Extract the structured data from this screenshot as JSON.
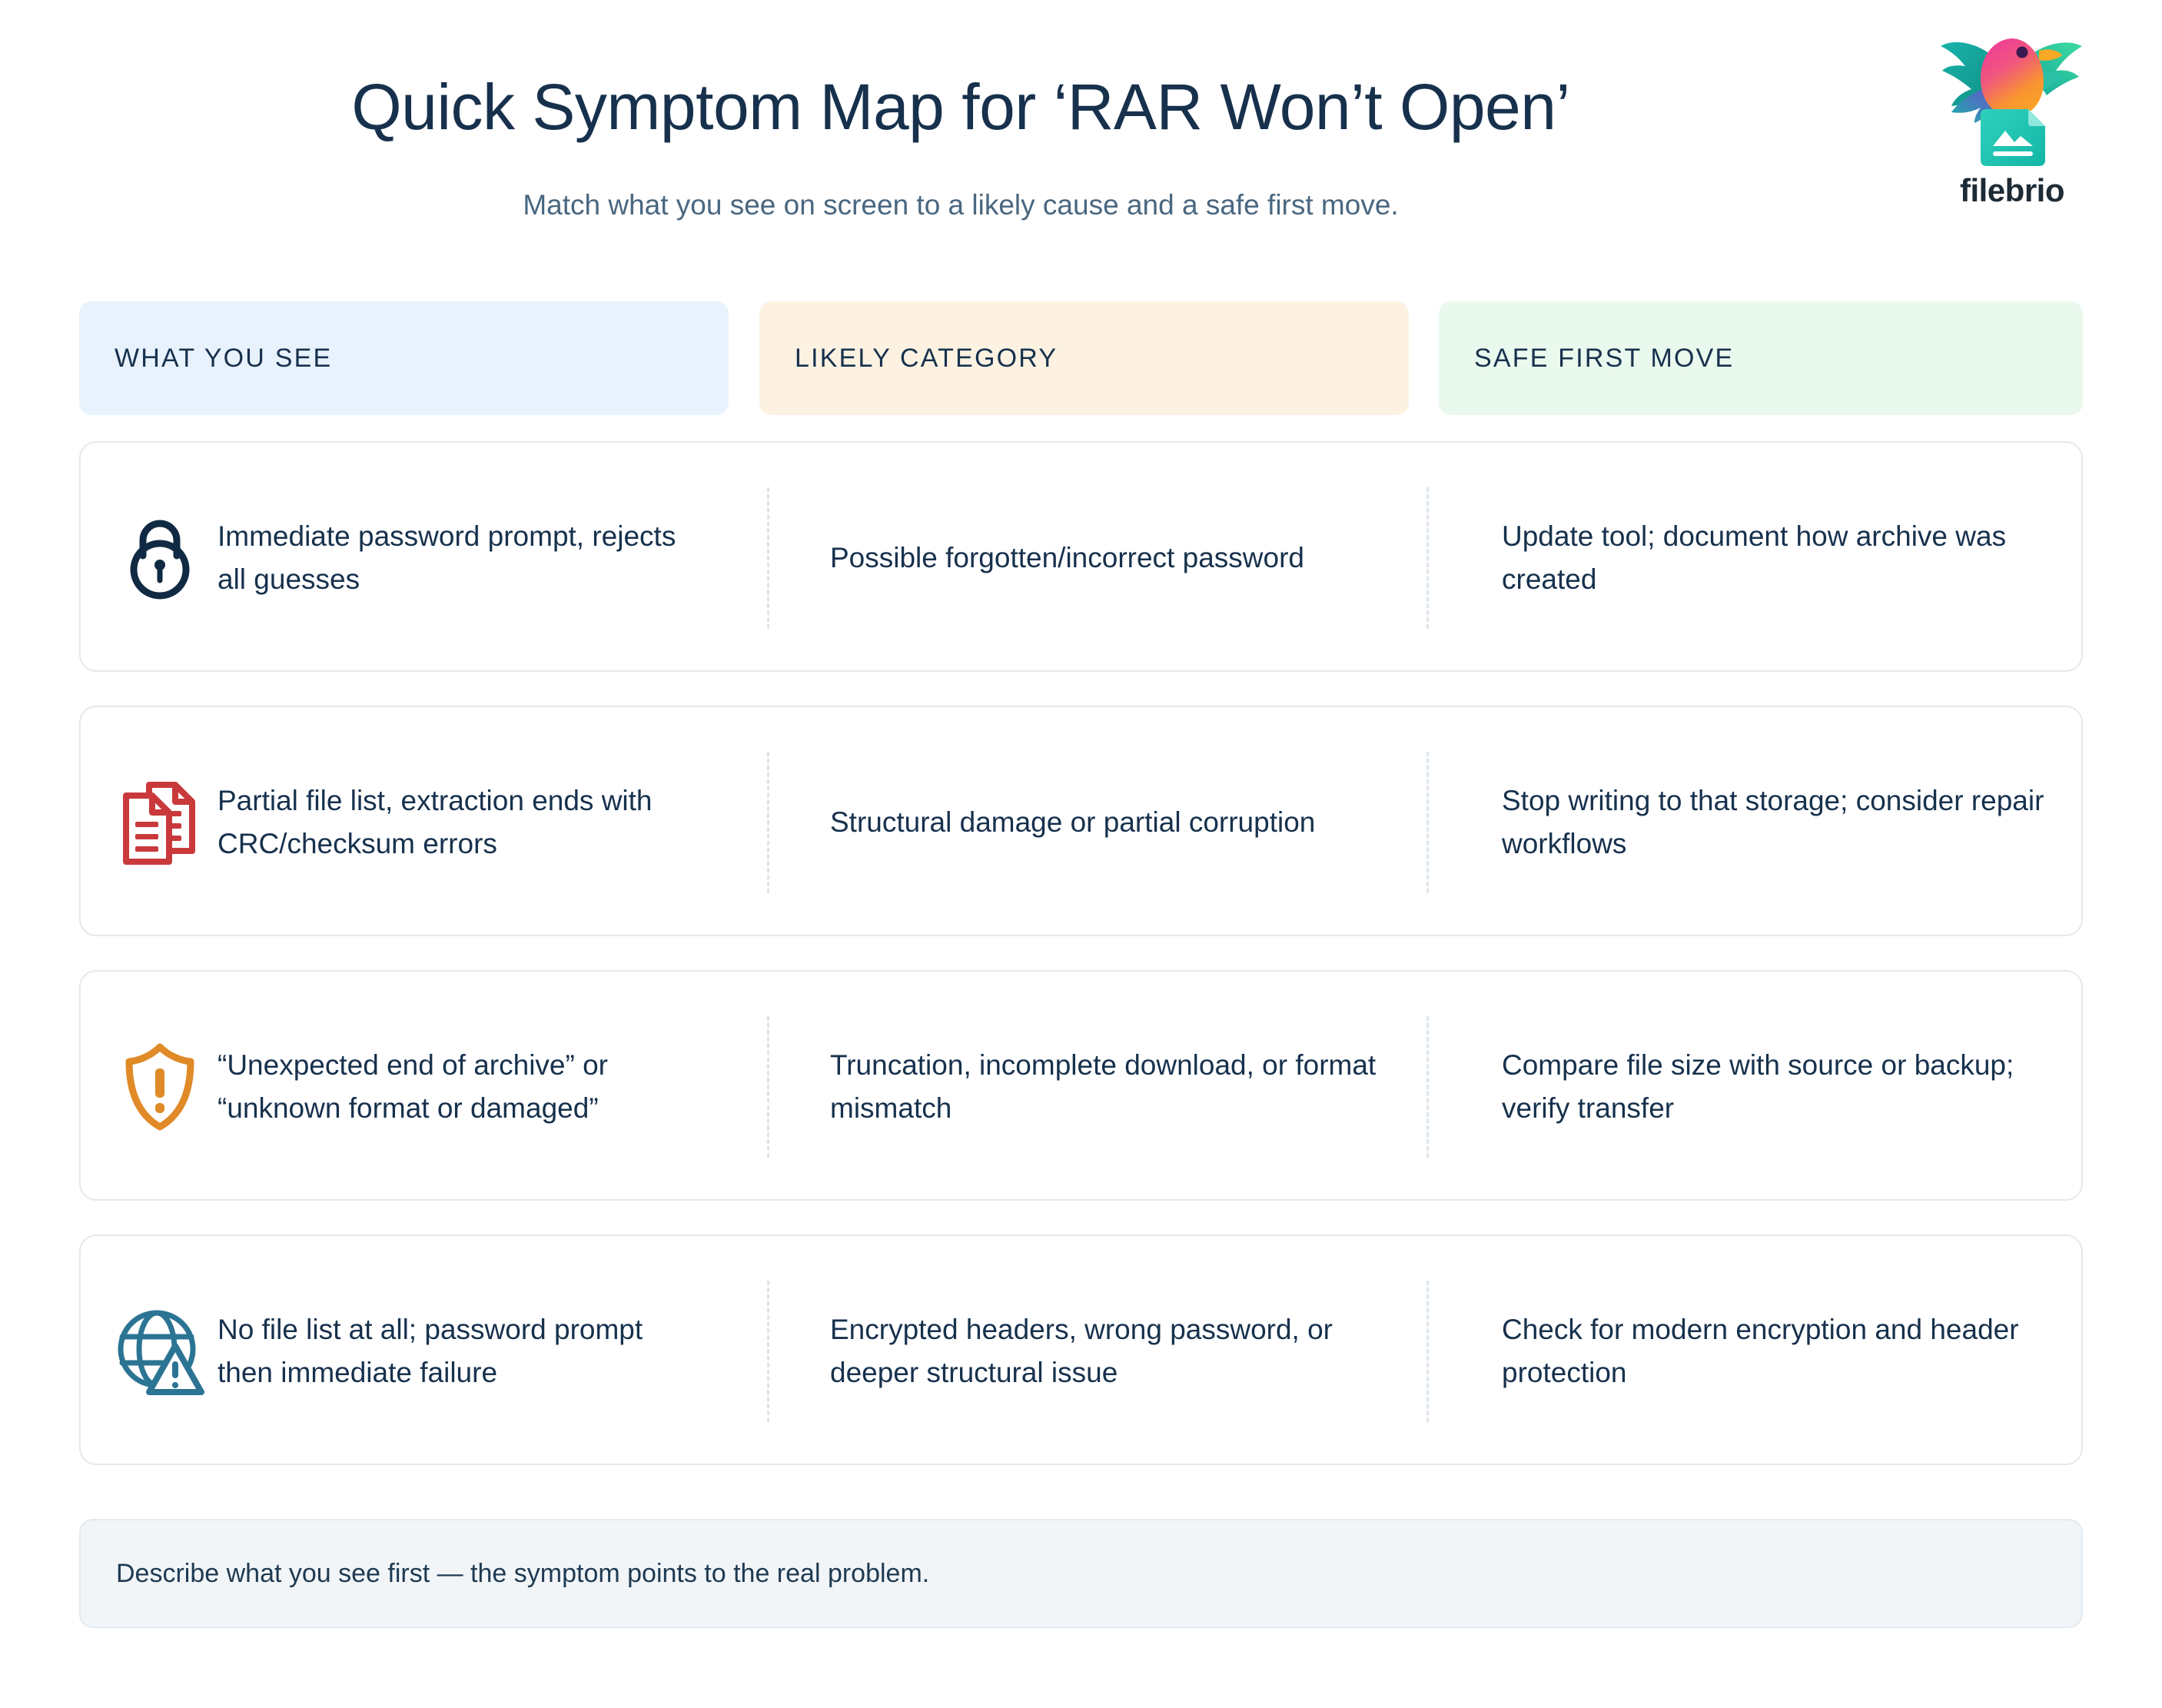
{
  "header": {
    "title": "Quick Symptom Map for ‘RAR Won’t Open’",
    "subtitle": "Match what you see on screen to a likely cause and a safe first move."
  },
  "logo": {
    "name": "filebrio",
    "mark": "bird-on-file-icon"
  },
  "columns": [
    {
      "label": "WHAT YOU SEE",
      "bg": "#e8f2fd"
    },
    {
      "label": "LIKELY CATEGORY",
      "bg": "#fdf2e1"
    },
    {
      "label": "SAFE FIRST MOVE",
      "bg": "#eaf9ed"
    }
  ],
  "rows": [
    {
      "icon": "padlock-icon",
      "icon_color": "#102a43",
      "symptom": "Immediate password prompt, rejects all guesses",
      "category": "Possible forgotten/incorrect password",
      "action": "Update tool; document how archive was created"
    },
    {
      "icon": "documents-icon",
      "icon_color": "#c9393c",
      "symptom": "Partial file list, extraction ends with CRC/checksum errors",
      "category": "Structural damage or partial corruption",
      "action": "Stop writing to that storage; consider repair workflows"
    },
    {
      "icon": "shield-warning-icon",
      "icon_color": "#e08a28",
      "symptom": "“Unexpected end of archive” or “unknown format or damaged”",
      "category": "Truncation, incomplete download, or format mismatch",
      "action": "Compare file size with source or backup; verify transfer"
    },
    {
      "icon": "globe-warning-icon",
      "icon_color": "#2b7493",
      "symptom": "No file list at all; password prompt then immediate failure",
      "category": "Encrypted headers, wrong password, or deeper structural issue",
      "action": "Check for modern encryption and header protection"
    }
  ],
  "footnote": {
    "text": "Describe what you see first — the symptom points to the real problem."
  },
  "colors": {
    "text_dark": "#17314d",
    "text_muted": "#4a6780",
    "card_border": "#e3e9ee",
    "divider": "#dbe4ec",
    "footnote_bg": "#f1f5f8"
  }
}
